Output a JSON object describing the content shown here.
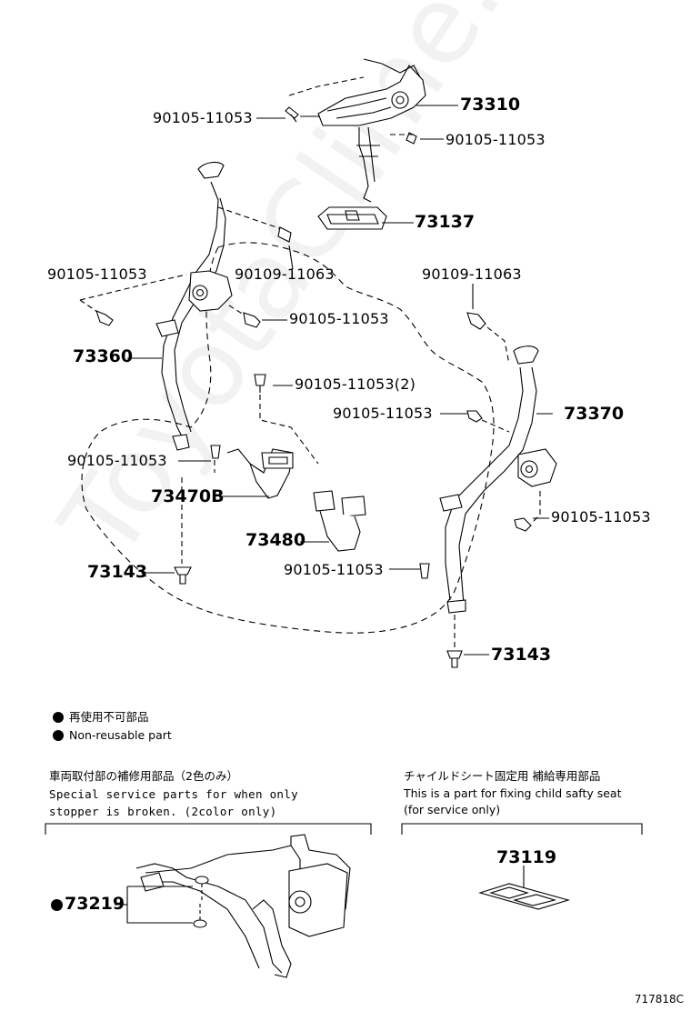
{
  "watermark": "ToyotaClime.ru",
  "callouts": {
    "p73310": "73310",
    "p90105_top_left": "90105-11053",
    "p90105_top_right": "90105-11053",
    "p73137": "73137",
    "p90105_left": "90105-11053",
    "p90109_left": "90109-11063",
    "p90109_right": "90109-11063",
    "p90105_mid_left": "90105-11053",
    "p73360": "73360",
    "p90105_center_2": "90105-11053(2)",
    "p90105_center_right": "90105-11053",
    "p73370": "73370",
    "p90105_lower_left": "90105-11053",
    "p73470b": "73470B",
    "p90105_right_lower": "90105-11053",
    "p73480": "73480",
    "p90105_center_lower": "90105-11053",
    "p73143_left": "73143",
    "p73143_right": "73143"
  },
  "legend": {
    "jp": "再使用不可部品",
    "en": "Non-reusable part"
  },
  "inset_left": {
    "jp": "車両取付部の補修用部品（2色のみ）",
    "en1": "Special service parts for when only",
    "en2": "stopper is broken. (2color only)",
    "part": "73219"
  },
  "inset_right": {
    "jp": "チャイルドシート固定用  補給専用部品",
    "en1": "This is a part for fixing child safty seat",
    "en2": "(for service only)",
    "part": "73119"
  },
  "drawing_id": "717818C"
}
